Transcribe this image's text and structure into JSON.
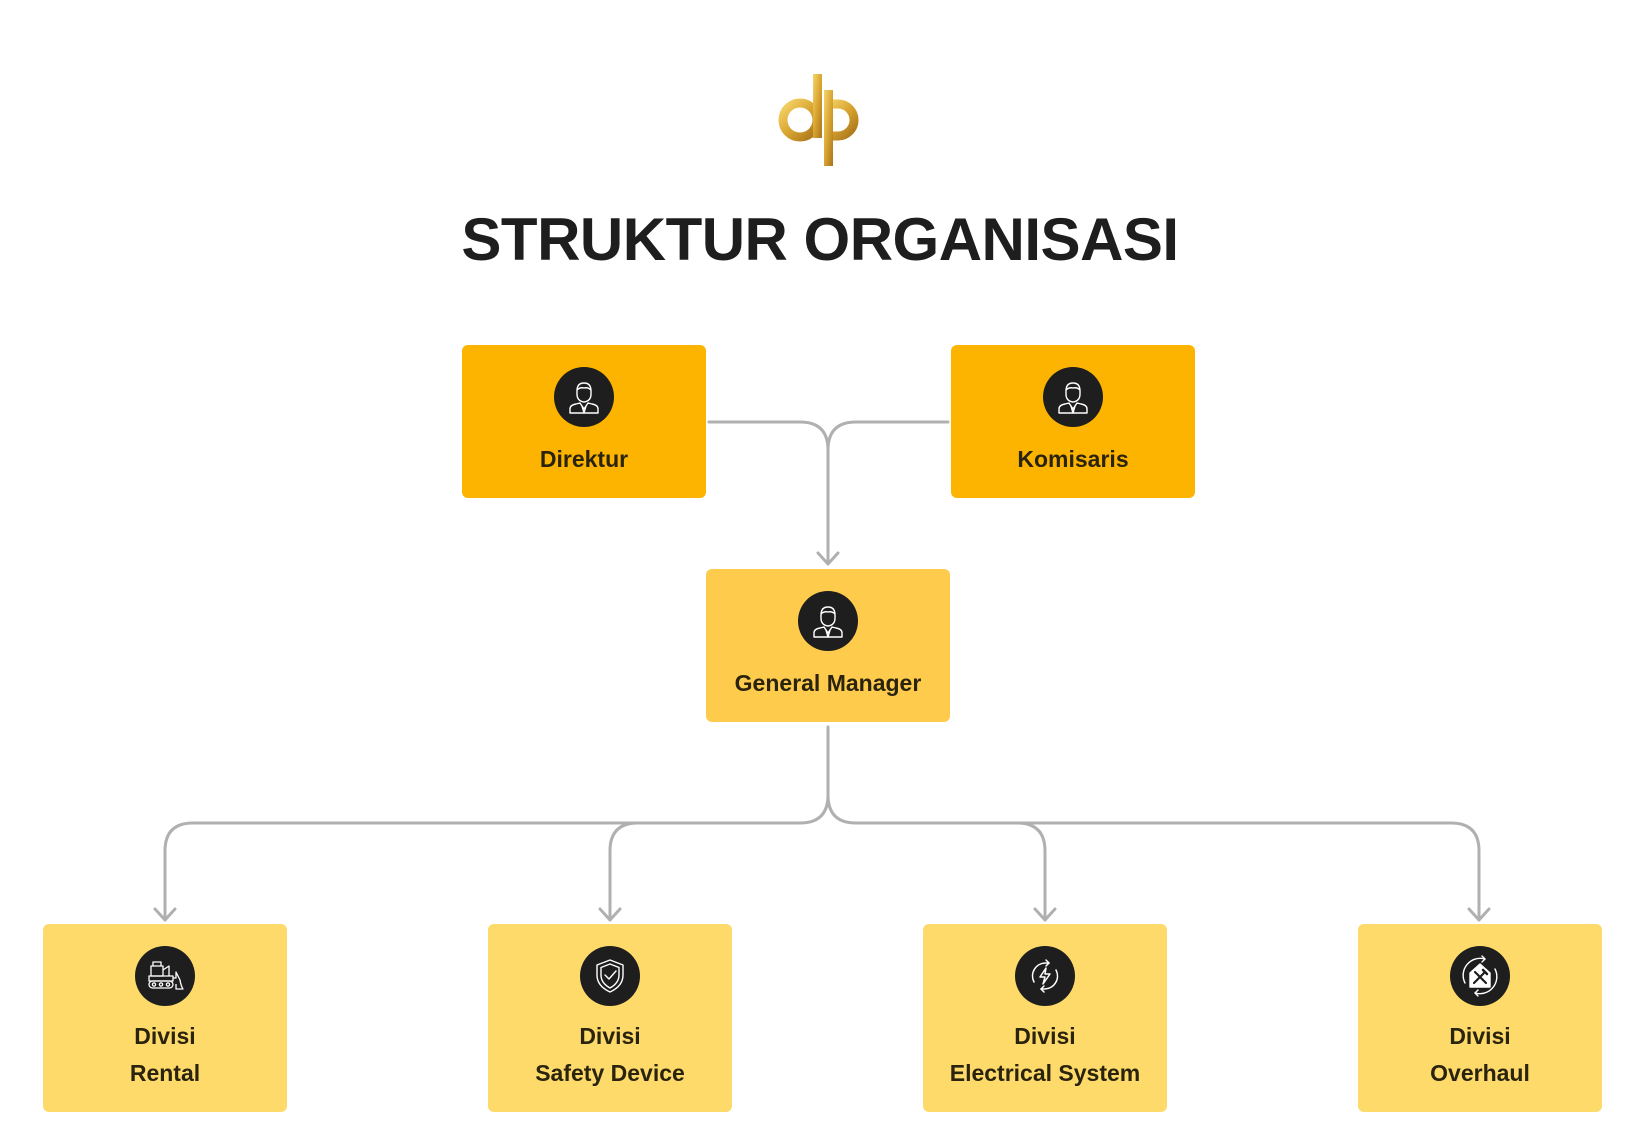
{
  "header": {
    "logo_text": "dp",
    "title": "STRUKTUR ORGANISASI"
  },
  "colors": {
    "top_box": "#FDB400",
    "gm_box": "#FECB4C",
    "division_box": "#FEDA6A",
    "icon_circle": "#1E1E1E",
    "connector": "#B0B0B0",
    "logo_gold": "#D9A531"
  },
  "top_level": [
    {
      "label": "Direktur",
      "icon": "businessman-icon"
    },
    {
      "label": "Komisaris",
      "icon": "businessman-icon"
    }
  ],
  "middle": {
    "label": "General Manager",
    "icon": "businessman-icon"
  },
  "divisions": [
    {
      "line1": "Divisi",
      "line2": "Rental",
      "icon": "bulldozer-icon"
    },
    {
      "line1": "Divisi",
      "line2": "Safety Device",
      "icon": "shield-check-icon"
    },
    {
      "line1": "Divisi",
      "line2": "Electrical System",
      "icon": "lightning-cycle-icon"
    },
    {
      "line1": "Divisi",
      "line2": "Overhaul",
      "icon": "house-tools-cycle-icon"
    }
  ]
}
